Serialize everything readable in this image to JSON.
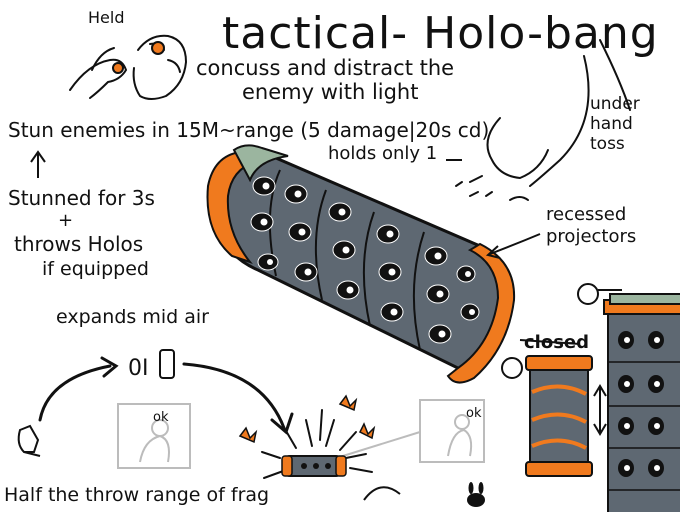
{
  "title": "tactical- Holo-bang",
  "subtitle_line1": "concuss and distract the",
  "subtitle_line2": "enemy with light",
  "held_label": "Held",
  "under_hand_toss": "under hand toss",
  "stun_range": "Stun enemies in 15M~range (5 damage|20s cd)",
  "holds_only": "holds only 1",
  "stunned_for": "Stunned for 3s",
  "plus": "+",
  "throws_holos": "throws Holos",
  "if_equipped": "if equipped",
  "expands_mid_air": "expands mid air",
  "recessed_projectors": "recessed projectors",
  "closed_label": "closed",
  "half_throw_range": "Half the throw range of frag",
  "throw_sequence_glyph": "0I",
  "ok_sign_1": "ok",
  "ok_sign_2": "ok",
  "colors": {
    "ink": "#111111",
    "body_gray": "#5e6872",
    "orange": "#f07a1e",
    "teal_cap": "#9bb59f",
    "sketch_gray": "#bcbcbc"
  }
}
